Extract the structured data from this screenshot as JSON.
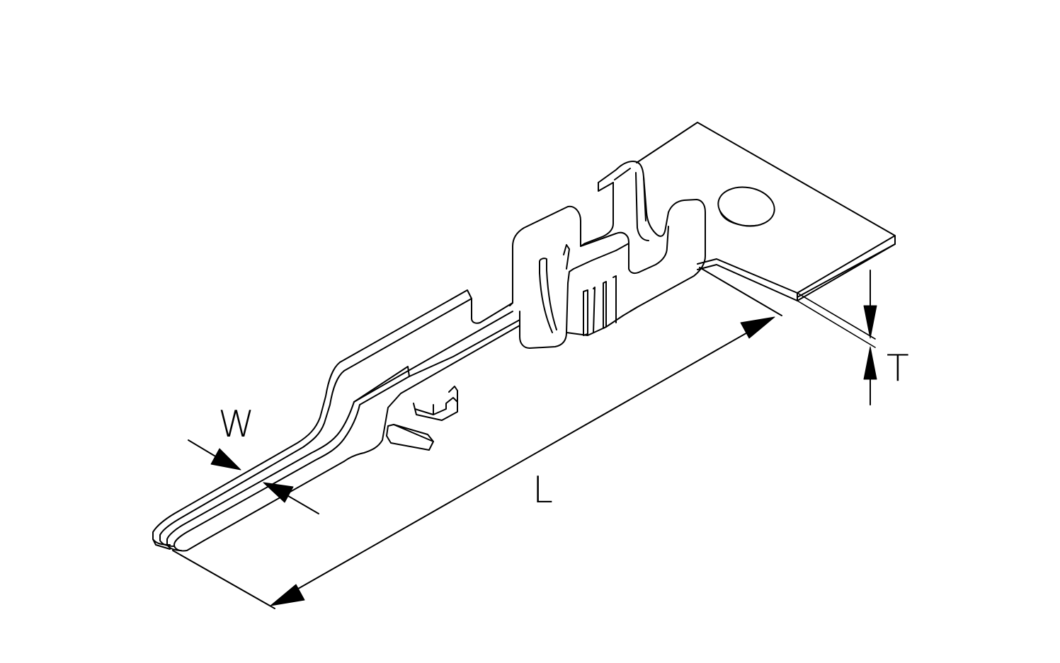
{
  "dimensions": {
    "width": {
      "label": "W"
    },
    "length": {
      "label": "L"
    },
    "thickness": {
      "label": "T"
    }
  },
  "colors": {
    "line": "#000000",
    "background": "#ffffff"
  }
}
